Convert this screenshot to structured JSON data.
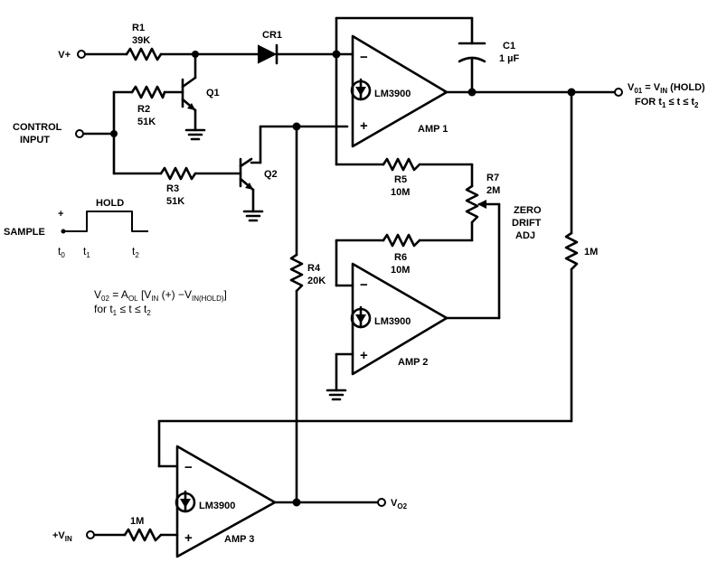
{
  "components": {
    "r1": {
      "ref": "R1",
      "value": "39K"
    },
    "r2": {
      "ref": "R2",
      "value": "51K"
    },
    "r3": {
      "ref": "R3",
      "value": "51K"
    },
    "r4": {
      "ref": "R4",
      "value": "20K"
    },
    "r5": {
      "ref": "R5",
      "value": "10M"
    },
    "r6": {
      "ref": "R6",
      "value": "10M"
    },
    "r7": {
      "ref": "R7",
      "value": "2M"
    },
    "cr1": {
      "ref": "CR1"
    },
    "c1": {
      "ref": "C1",
      "value": "1 µF"
    },
    "q1": {
      "ref": "Q1"
    },
    "q2": {
      "ref": "Q2"
    },
    "r_feedback": {
      "value": "1M"
    },
    "r_input": {
      "value": "1M"
    }
  },
  "amps": {
    "amp1": {
      "chip": "LM3900",
      "name": "AMP 1"
    },
    "amp2": {
      "chip": "LM3900",
      "name": "AMP 2"
    },
    "amp3": {
      "chip": "LM3900",
      "name": "AMP 3"
    },
    "minus": "−",
    "plus": "+"
  },
  "labels": {
    "vplus": "V+",
    "control_1": "CONTROL",
    "control_2": "INPUT",
    "zero_1": "ZERO",
    "zero_2": "DRIFT",
    "zero_3": "ADJ",
    "hold": "HOLD",
    "sample": "SAMPLE",
    "plus_sign": "+",
    "t0": "t",
    "t0_sub": "0",
    "t1": "t",
    "t1_sub": "1",
    "t2": "t",
    "t2_sub": "2"
  },
  "out1": {
    "v": "V",
    "v_sub": "01",
    "eq": " = V",
    "eq_sub": "IN",
    "hold": " (HOLD)",
    "for": "FOR t",
    "for_sub1": "1",
    "mid": " ≤ t ≤ t",
    "for_sub2": "2"
  },
  "out2": {
    "v": "V",
    "v_sub": "O2"
  },
  "vin": {
    "pre": "+V",
    "sub": "IN"
  },
  "equation": {
    "v": "V",
    "v_sub": "02",
    "eq": " = A",
    "a_sub": "OL",
    "br": " [V",
    "in_sub": "IN",
    "mid": " (+) −V",
    "hold_sub": "IN(HOLD)",
    "close": "]",
    "for": "for t",
    "for_sub1": "1",
    "mid2": " ≤ t ≤ t",
    "for_sub2": "2"
  }
}
